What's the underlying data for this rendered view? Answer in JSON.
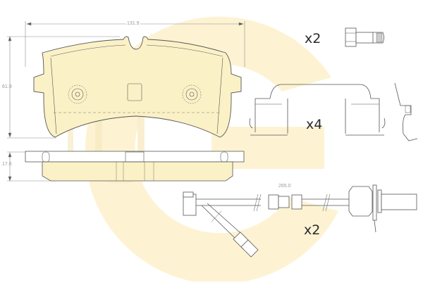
{
  "diagram": {
    "subject": "Brake pad set with accessories",
    "colors": {
      "watermark": "#fdf3d3",
      "watermark_dark": "#f8e7a6",
      "pad_fill": "#fbf1c6",
      "line": "#555555",
      "dim_line": "#8a8a8a",
      "dim_text": "#9a9a9a"
    },
    "dimensions": {
      "width": "131.9",
      "height": "61.9",
      "thickness": "17.6",
      "sensor_length": "265.0"
    },
    "quantities": {
      "bolt": "x2",
      "clip": "x4",
      "sensor": "x2"
    },
    "parts": [
      {
        "name": "brake-pad-front-view"
      },
      {
        "name": "brake-pad-side-view"
      },
      {
        "name": "mounting-bolt",
        "qty": "x2"
      },
      {
        "name": "retaining-clip",
        "qty": "x4"
      },
      {
        "name": "wear-warning-sensor",
        "qty": "x2",
        "length": "265.0"
      }
    ]
  }
}
